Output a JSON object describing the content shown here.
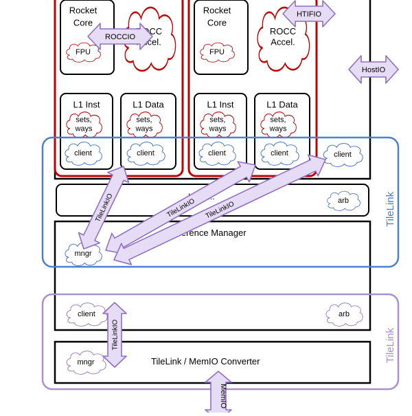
{
  "colors": {
    "tile_border": "#c00000",
    "cloud_blue": "#4472c4",
    "cloud_red": "#c00000",
    "cloud_purple": "#9b7fc0",
    "tilelink_blue": "#4a7fd4",
    "tilelink_purple": "#a98fcf",
    "arrow_fill": "#e6dcf5",
    "arrow_stroke": "#8e6fc2"
  },
  "tiles": [
    {
      "core_label": "Rocket\nCore",
      "fpu_label": "FPU",
      "rocc_label": "ROCC\nAccel.",
      "l1_inst": "L1 Inst",
      "l1_data": "L1 Data",
      "sets_ways": "sets,\nways",
      "client": "client"
    },
    {
      "core_label": "Rocket\nCore",
      "fpu_label": "FPU",
      "rocc_label": "ROCC\nAccel.",
      "l1_inst": "L1 Inst",
      "l1_data": "L1 Data",
      "sets_ways": "sets,\nways",
      "client": "client"
    }
  ],
  "host_client": "client",
  "arrows": {
    "roccio": "ROCCIO",
    "htifio": "HTIFIO",
    "hostio": "HostIO",
    "tilelinkio": "TileLinkIO",
    "memio": "MemIO"
  },
  "network_top": {
    "label": "L... N...",
    "arb": "arb"
  },
  "coherence": {
    "title": "Coherence Manager",
    "mngr": "mngr"
  },
  "outer_network": {
    "client": "client",
    "arb": "arb"
  },
  "converter": {
    "title": "TileLink / MemIO Converter",
    "mngr": "mngr"
  },
  "tilelink_labels": [
    "TileLink",
    "TileLink"
  ]
}
